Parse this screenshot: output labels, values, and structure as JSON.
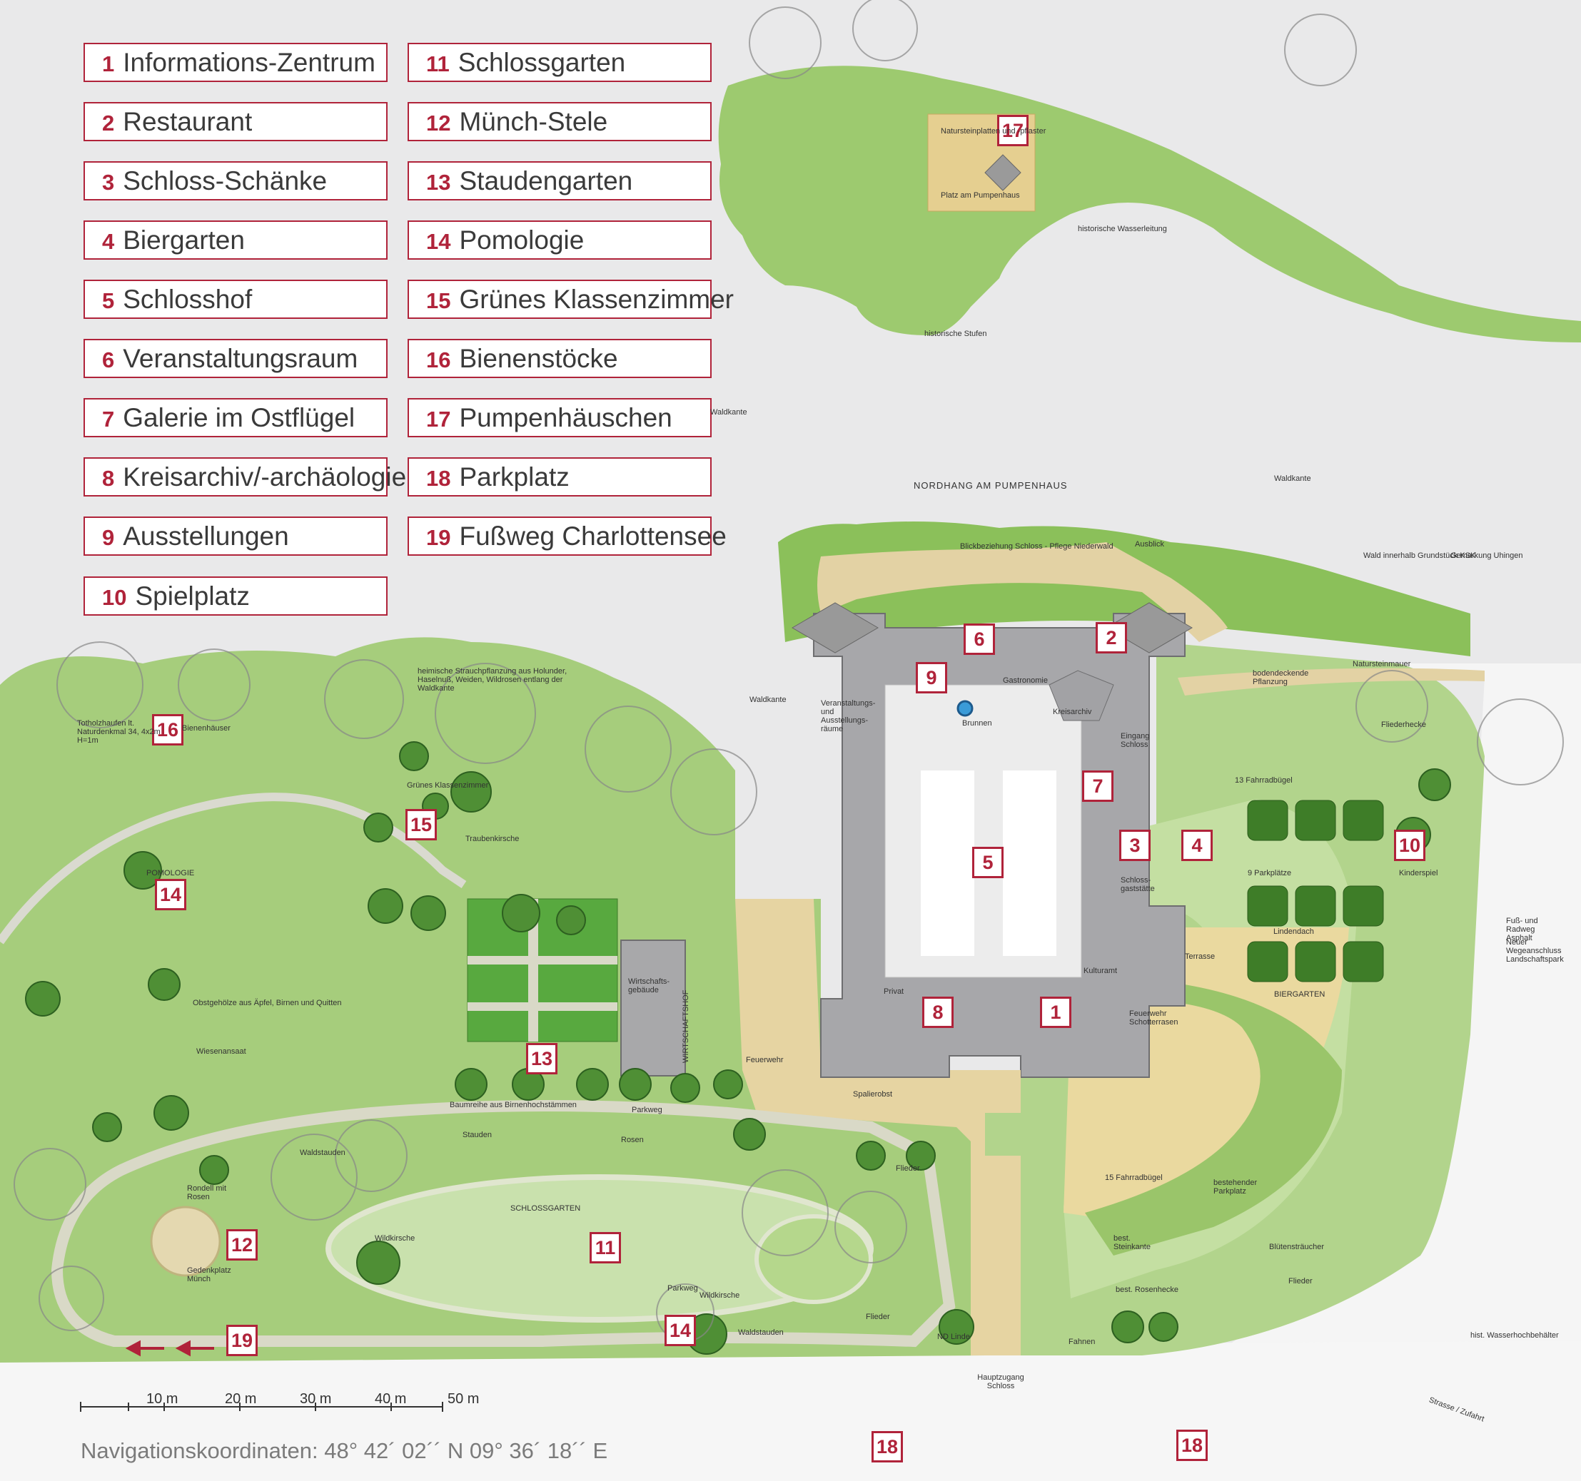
{
  "legend": {
    "items": [
      {
        "num": "1",
        "label": "Informations-Zentrum"
      },
      {
        "num": "2",
        "label": "Restaurant"
      },
      {
        "num": "3",
        "label": "Schloss-Schänke"
      },
      {
        "num": "4",
        "label": "Biergarten"
      },
      {
        "num": "5",
        "label": "Schlosshof"
      },
      {
        "num": "6",
        "label": "Veranstaltungsraum"
      },
      {
        "num": "7",
        "label": "Galerie im Ostflügel"
      },
      {
        "num": "8",
        "label": "Kreisarchiv/-archäologie"
      },
      {
        "num": "9",
        "label": "Ausstellungen"
      },
      {
        "num": "10",
        "label": "Spielplatz"
      },
      {
        "num": "11",
        "label": "Schlossgarten"
      },
      {
        "num": "12",
        "label": "Münch-Stele"
      },
      {
        "num": "13",
        "label": "Staudengarten"
      },
      {
        "num": "14",
        "label": "Pomologie"
      },
      {
        "num": "15",
        "label": "Grünes Klassenzimmer"
      },
      {
        "num": "16",
        "label": "Bienenstöcke"
      },
      {
        "num": "17",
        "label": "Pumpenhäuschen"
      },
      {
        "num": "18",
        "label": "Parkplatz"
      },
      {
        "num": "19",
        "label": "Fußweg Charlottensee"
      }
    ]
  },
  "markers": [
    "17",
    "6",
    "2",
    "9",
    "16",
    "15",
    "7",
    "3",
    "4",
    "10",
    "5",
    "14",
    "8",
    "1",
    "13",
    "12",
    "11",
    "14",
    "19",
    "18",
    "18"
  ],
  "labels": {
    "naturstein": "Natursteinplatten und -pflaster",
    "platz_pumpenhaus": "Platz am Pumpenhaus",
    "historische_wasserleitung": "historische Wasserleitung",
    "historische_stufen": "historische Stufen",
    "nordhang": "NORDHANG AM PUMPENHAUS",
    "waldkante_1": "Waldkante",
    "waldkante_2": "Waldkante",
    "waldkante_3": "Waldkante",
    "blickbeziehung": "Blickbeziehung Schloss - Pflege Niederwald",
    "ausblick": "Ausblick",
    "wald_innerhalb": "Wald innerhalb Grundstück KSK",
    "gemarkung": "Gemarkung Uhingen",
    "strauchpflanzung": "heimische Strauchpflanzung aus Holunder, Haselnuß, Weiden, Wildrosen entlang der Waldkante",
    "totholzhaufen": "Totholzhaufen lt. Naturdenkmal 34, 4x2m H=1m",
    "bienenhaeuser": "Bienenhäuser",
    "gruenes_kz": "Grünes Klassenzimmer",
    "traubenkirsche": "Traubenkirsche",
    "pomologie": "POMOLOGIE",
    "obstgehoelze": "Obstgehölze aus Äpfel, Birnen und Quitten",
    "wiesenansaat": "Wiesenansaat",
    "gastronomie": "Gastronomie",
    "kreisarchiv": "Kreisarchiv",
    "brunnen": "Brunnen",
    "veranstaltungsraeume": "Veranstaltungs- und Ausstellungs- räume",
    "eingang_schloss": "Eingang Schloss",
    "schlossgaststaette": "Schloss- gaststätte",
    "kulturamt": "Kulturamt",
    "privat": "Privat",
    "bodendeckende": "bodendeckende Pflanzung",
    "natursteinmauer": "Natursteinmauer",
    "fliederhecke": "Fliederhecke",
    "fahrradbuegel_13": "13 Fahrradbügel",
    "parkplaetze": "9 Parkplätze",
    "lindendach": "Lindendach",
    "kinderspiel": "Kinderspiel",
    "terrasse": "Terrasse",
    "biergarten": "BIERGARTEN",
    "feuerwehr_schotter": "Feuerwehr Schotterrasen",
    "wirtschaftshof": "WIRTSCHAFTSHOF",
    "wirtschaftsgebaeude": "Wirtschafts- gebäude",
    "feuerwehr": "Feuerwehr",
    "spalierobst": "Spalierobst",
    "baumreihe": "Baumreihe aus Birnenhochstämmen",
    "parkweg_1": "Parkweg",
    "parkweg_2": "Parkweg",
    "stauden": "Stauden",
    "rosen": "Rosen",
    "waldstauden_1": "Waldstauden",
    "waldstauden_2": "Waldstauden",
    "rondell": "Rondell mit Rosen",
    "gedenkplatz": "Gedenkplatz Münch",
    "schlossgarten_lbl": "SCHLOSSGARTEN",
    "wildkirsche_1": "Wildkirsche",
    "wildkirsche_2": "Wildkirsche",
    "flieder_1": "Flieder",
    "flieder_2": "Flieder",
    "flieder_3": "Flieder",
    "nd_linde": "ND Linde",
    "fahnen": "Fahnen",
    "hauptzugang": "Hauptzugang Schloss",
    "bestehender_parkplatz": "bestehender Parkplatz",
    "fahrradbuegel_15": "15 Fahrradbügel",
    "steinkante": "best. Steinkante",
    "rosenhecke": "best. Rosenhecke",
    "bluetenstraeucher": "Blütensträucher",
    "wasserhochbehaelter": "hist. Wasserhochbehälter",
    "strasse": "Strasse / Zufahrt",
    "fuss_radweg": "Fuß- und Radweg Asphalt",
    "wegeanschluss": "Neuer Wegeanschluss Landschaftspark"
  },
  "scale": [
    "10 m",
    "20 m",
    "30 m",
    "40 m",
    "50 m"
  ],
  "coordinates": "Navigationskoordinaten: 48° 42´ 02´´ N     09° 36´ 18´´ E",
  "colors": {
    "accent": "#b0233a",
    "meadow": "#a3cc7a",
    "meadow_light": "#c6e0a8",
    "forest": "#83bb52",
    "building": "#a6a6a9",
    "courtyard": "#ebebeb",
    "path": "#e7d6a6",
    "background": "#e9e9ea"
  }
}
